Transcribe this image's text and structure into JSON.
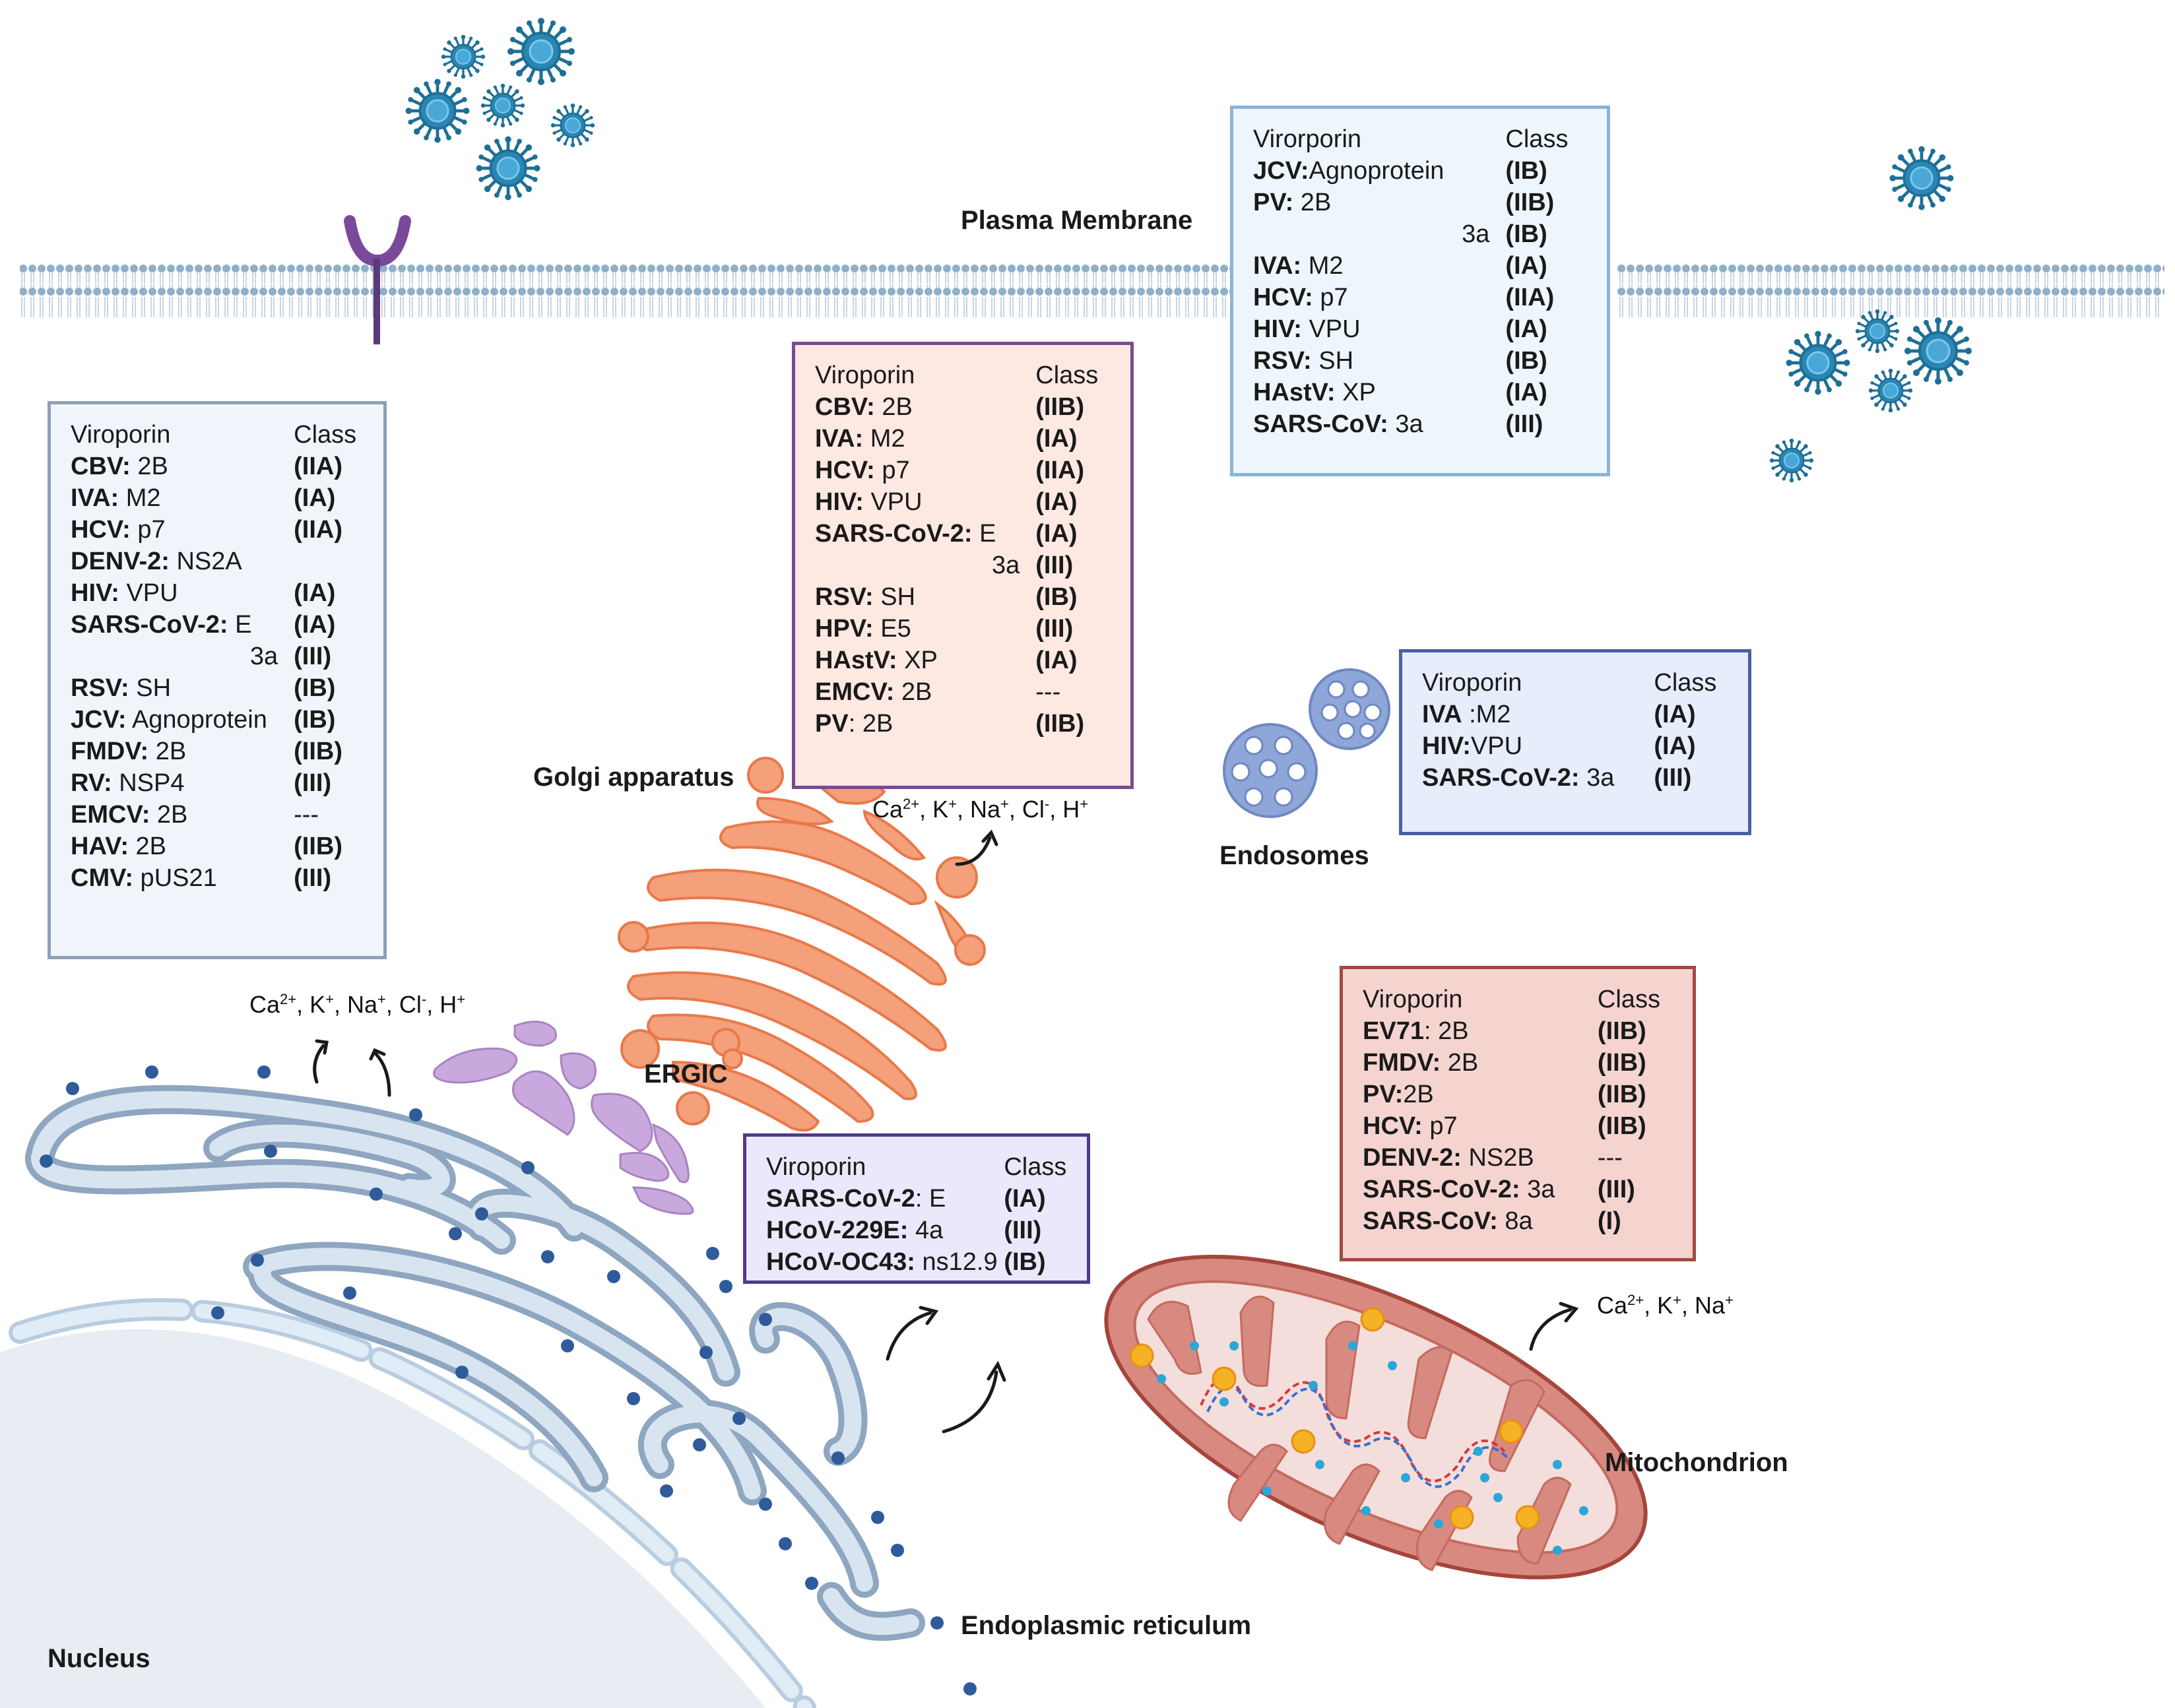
{
  "labels": {
    "plasma_membrane": "Plasma Membrane",
    "golgi": "Golgi apparatus",
    "ergic": "ERGIC",
    "endosomes": "Endosomes",
    "mitochondrion": "Mitochondrion",
    "er": "Endoplasmic reticulum",
    "nucleus": "Nucleus"
  },
  "ions": {
    "er": {
      "ca": "Ca",
      "ca_sup": "2+",
      "k": ", K",
      "k_sup": "+",
      "na": ", Na",
      "na_sup": "+",
      "cl": ", Cl",
      "cl_sup": "-",
      "h": ", H",
      "h_sup": "+"
    },
    "golgi": {
      "ca": "Ca",
      "ca_sup": "2+",
      "k": ", K",
      "k_sup": "+",
      "na": ", Na",
      "na_sup": "+",
      "cl": ", Cl",
      "cl_sup": "-",
      "h": ", H",
      "h_sup": "+"
    },
    "mito": {
      "ca": "Ca",
      "ca_sup": "2+",
      "k": ", K",
      "k_sup": "+",
      "na": ", Na",
      "na_sup": "+"
    }
  },
  "boxes": {
    "plasma": {
      "header": {
        "name": "Virorporin",
        "cls": "Class"
      },
      "rows": [
        {
          "virus": "JCV:",
          "protein": "Agnoprotein",
          "cls": "(IB)"
        },
        {
          "virus": "PV:",
          "protein": " 2B",
          "cls": "(IIB)"
        },
        {
          "virus": "",
          "protein": "3a",
          "cls": "(IB)"
        },
        {
          "virus": "IVA:",
          "protein": " M2",
          "cls": "(IA)"
        },
        {
          "virus": "HCV:",
          "protein": " p7",
          "cls": "(IIA)"
        },
        {
          "virus": "HIV:",
          "protein": " VPU",
          "cls": "(IA)"
        },
        {
          "virus": "RSV:",
          "protein": " SH",
          "cls": "(IB)"
        },
        {
          "virus": "HAstV:",
          "protein": " XP",
          "cls": "(IA)"
        },
        {
          "virus": "SARS-CoV:",
          "protein": " 3a",
          "cls": "(III)"
        }
      ]
    },
    "er": {
      "header": {
        "name": "Viroporin",
        "cls": "Class"
      },
      "rows": [
        {
          "virus": "CBV:",
          "protein": " 2B",
          "cls": "(IIA)"
        },
        {
          "virus": "IVA:",
          "protein": " M2",
          "cls": "(IA)"
        },
        {
          "virus": "HCV:",
          "protein": " p7",
          "cls": "(IIA)"
        },
        {
          "virus": "DENV-2:",
          "protein": " NS2A",
          "cls": ""
        },
        {
          "virus": "HIV:",
          "protein": " VPU",
          "cls": "(IA)"
        },
        {
          "virus": "SARS-CoV-2:",
          "protein": " E",
          "cls": "(IA)"
        },
        {
          "virus": "",
          "protein": "3a",
          "cls": "(III)"
        },
        {
          "virus": "RSV:",
          "protein": " SH",
          "cls": "(IB)"
        },
        {
          "virus": "JCV:",
          "protein": " Agnoprotein",
          "cls": "(IB)"
        },
        {
          "virus": "FMDV:",
          "protein": " 2B",
          "cls": "(IIB)"
        },
        {
          "virus": "RV:",
          "protein": " NSP4",
          "cls": "(III)"
        },
        {
          "virus": "EMCV:",
          "protein": " 2B",
          "cls": "---"
        },
        {
          "virus": "HAV:",
          "protein": " 2B",
          "cls": "(IIB)"
        },
        {
          "virus": "CMV:",
          "protein": " pUS21",
          "cls": "(III)"
        }
      ]
    },
    "golgi": {
      "header": {
        "name": "Viroporin",
        "cls": "Class"
      },
      "rows": [
        {
          "virus": "CBV:",
          "protein": " 2B",
          "cls": "(IIB)"
        },
        {
          "virus": "IVA:",
          "protein": " M2",
          "cls": "(IA)"
        },
        {
          "virus": "HCV:",
          "protein": " p7",
          "cls": "(IIA)"
        },
        {
          "virus": "HIV:",
          "protein": " VPU",
          "cls": "(IA)"
        },
        {
          "virus": "SARS-CoV-2:",
          "protein": " E",
          "cls": "(IA)"
        },
        {
          "virus": "",
          "protein": "3a",
          "cls": "(III)"
        },
        {
          "virus": "RSV:",
          "protein": " SH",
          "cls": "(IB)"
        },
        {
          "virus": "HPV:",
          "protein": " E5",
          "cls": "(III)"
        },
        {
          "virus": "HAstV:",
          "protein": " XP",
          "cls": "(IA)"
        },
        {
          "virus": "EMCV:",
          "protein": " 2B",
          "cls": "---"
        },
        {
          "virus": "PV",
          "protein": ": 2B",
          "cls": "(IIB)"
        }
      ]
    },
    "endosome": {
      "header": {
        "name": "Viroporin",
        "cls": "Class"
      },
      "rows": [
        {
          "virus": "IVA",
          "protein": " :M2",
          "cls": "(IA)"
        },
        {
          "virus": "HIV:",
          "protein": "VPU",
          "cls": "(IA)"
        },
        {
          "virus": "SARS-CoV-2:",
          "protein": " 3a",
          "cls": "(III)"
        }
      ]
    },
    "ergic": {
      "header": {
        "name": "Viroporin",
        "cls": "Class"
      },
      "rows": [
        {
          "virus": "SARS-CoV-2",
          "protein": ": E",
          "cls": "(IA)"
        },
        {
          "virus": "HCoV-229E:",
          "protein": " 4a",
          "cls": "(III)"
        },
        {
          "virus": "HCoV-OC43:",
          "protein": " ns12.9",
          "cls": "(IB)"
        }
      ]
    },
    "mito": {
      "header": {
        "name": "Viroporin",
        "cls": "Class"
      },
      "rows": [
        {
          "virus": "EV71",
          "protein": ": 2B",
          "cls": "(IIB)"
        },
        {
          "virus": "FMDV:",
          "protein": " 2B",
          "cls": "(IIB)"
        },
        {
          "virus": "PV:",
          "protein": "2B",
          "cls": "(IIB)"
        },
        {
          "virus": "HCV:",
          "protein": " p7",
          "cls": "(IIB)"
        },
        {
          "virus": "DENV-2:",
          "protein": " NS2B",
          "cls": "---"
        },
        {
          "virus": "SARS-CoV-2:",
          "protein": " 3a",
          "cls": "(III)"
        },
        {
          "virus": "SARS-CoV:",
          "protein": " 8a",
          "cls": "(I)"
        }
      ]
    }
  },
  "colors": {
    "membrane": "#8fb0c8",
    "virus": "#1e6f96",
    "receptor": "#7a4a9a",
    "golgi": "#f4a07a",
    "ergic": "#c9a8dd",
    "er": "#b9cde0",
    "ribosome": "#2f5b9a",
    "endosome": "#8ea6d8",
    "mito": "#d98a80",
    "nucleus": "#e7edf2",
    "box_plasma_border": "#8ab3d6",
    "box_plasma_bg": "#eef6fd",
    "box_er_border": "#8ea0b8",
    "box_er_bg": "#f1f5fb",
    "box_golgi_border": "#7b4a8e",
    "box_golgi_bg": "#fde8e2",
    "box_endo_border": "#4b5ea8",
    "box_endo_bg": "#e6edfb",
    "box_ergic_border": "#4f3a8c",
    "box_ergic_bg": "#ece8fb",
    "box_mito_border": "#a04a40",
    "box_mito_bg": "#f5d4d0"
  }
}
